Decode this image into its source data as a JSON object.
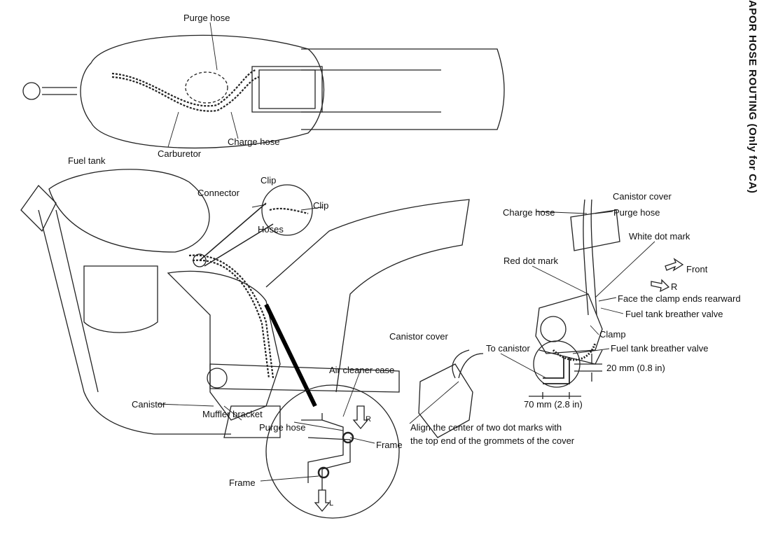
{
  "title": "APOR HOSE ROUTING (Only for CA)",
  "top_view": {
    "purge_hose": "Purge hose",
    "charge_hose": "Charge hose",
    "carburetor": "Carburetor",
    "fuel_tank": "Fuel tank"
  },
  "side_view": {
    "clip_1": "Clip",
    "connector": "Connector",
    "clip_2": "Clip",
    "hoses": "Hoses",
    "canistor": "Canistor",
    "muffler_bracket": "Muffler bracket"
  },
  "detail_circle": {
    "air_cleaner_case": "Air cleaner case",
    "purge_hose": "Purge hose",
    "frame_right": "Frame",
    "frame_bottom": "Frame",
    "mark_r": "R",
    "mark_l": "L"
  },
  "canistor_detail": {
    "canistor_cover": "Canistor cover",
    "charge_hose": "Charge hose",
    "purge_hose": "Purge hose",
    "white_dot_mark": "White dot mark",
    "red_dot_mark": "Red dot mark",
    "front": "Front",
    "r": "R",
    "clamp_note": "Face the clamp ends rearward",
    "breather_valve": "Fuel tank breather valve",
    "clamp": "Clamp"
  },
  "cover_detail": {
    "canistor_cover": "Canistor cover",
    "align_note_1": "Align the center of two dot marks with",
    "align_note_2": "the top end of the grommets of the cover"
  },
  "valve_detail": {
    "to_canistor": "To canistor",
    "breather_valve": "Fuel tank breather valve",
    "dim_20": "20 mm (0.8 in)",
    "dim_70": "70 mm (2.8 in)"
  }
}
